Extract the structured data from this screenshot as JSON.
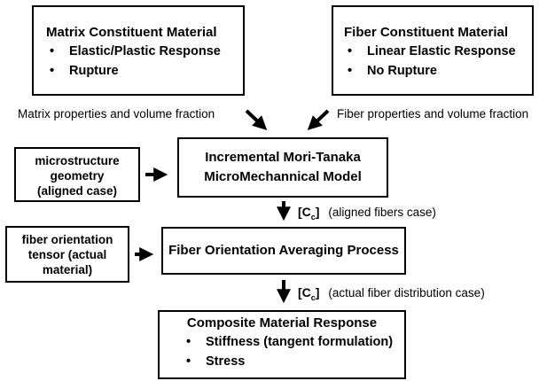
{
  "matrix_box": {
    "title": "Matrix Constituent Material",
    "bullets": [
      "Elastic/Plastic Response",
      "Rupture"
    ]
  },
  "fiber_box": {
    "title": "Fiber Constituent Material",
    "bullets": [
      "Linear Elastic Response",
      "No Rupture"
    ]
  },
  "labels": {
    "matrix_props": "Matrix properties and volume fraction",
    "fiber_props": "Fiber properties and volume fraction"
  },
  "microstructure_box": {
    "lines": [
      "microstructure",
      "geometry",
      "(aligned case)"
    ]
  },
  "mori_tanaka_box": {
    "lines": [
      "Incremental Mori-Tanaka",
      "MicroMechannical Model"
    ]
  },
  "cc_aligned": {
    "bracket_open": "[C",
    "subscript": "c",
    "bracket_close": "]",
    "note": "(aligned fibers case)"
  },
  "orientation_tensor_box": {
    "lines": [
      "fiber orientation",
      "tensor (actual",
      "material)"
    ]
  },
  "averaging_box": {
    "title": "Fiber Orientation Averaging Process"
  },
  "cc_actual": {
    "bracket_open": "[C",
    "subscript": "c",
    "bracket_close": "]",
    "note": "(actual fiber distribution case)"
  },
  "composite_box": {
    "title": "Composite Material Response",
    "bullets": [
      "Stiffness (tangent formulation)",
      "Stress"
    ]
  },
  "bullet_char": "•"
}
